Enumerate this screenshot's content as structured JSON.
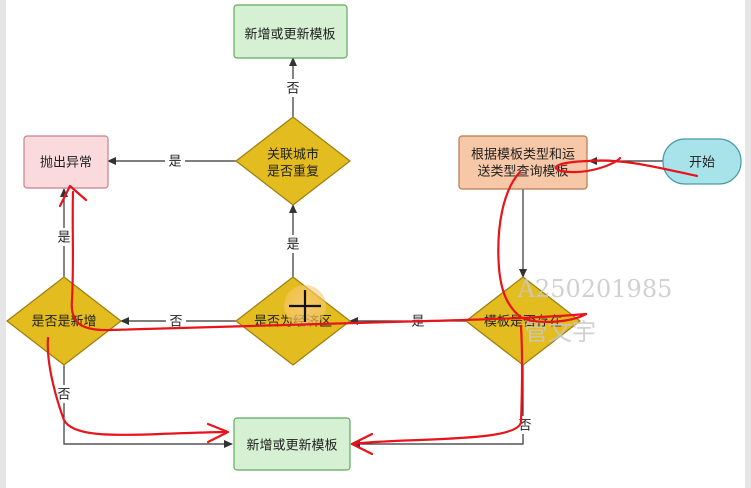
{
  "nodes": {
    "top_add": {
      "label": "新增或更新模板"
    },
    "throw": {
      "label": "抛出异常"
    },
    "city_dup": {
      "line1": "关联城市",
      "line2": "是否重复"
    },
    "query": {
      "line1": "根据模板类型和运",
      "line2": "送类型查询模板"
    },
    "start": {
      "label": "开始"
    },
    "is_new": {
      "label": "是否是新增"
    },
    "is_economic": {
      "label": "是否为经济区"
    },
    "exists": {
      "label": "模板是否存在"
    },
    "bottom_add": {
      "label": "新增或更新模板"
    }
  },
  "edge_labels": {
    "yes_city_throw": "是",
    "no_city_top": "否",
    "yes_econ_city": "是",
    "yes_new_throw": "是",
    "no_econ_new": "否",
    "yes_exists_econ": "是",
    "no_new_bottom": "否",
    "no_exists_bottom": "否"
  },
  "watermark": {
    "line1": "A250201985",
    "line2": "管文宇"
  },
  "colors": {
    "green_fill": "#d5f0d2",
    "green_stroke": "#62a85e",
    "pink_fill": "#fadadd",
    "pink_stroke": "#c9808a",
    "orange_fill": "#f7c8a7",
    "orange_stroke": "#b47a50",
    "blue_fill": "#a8e3ea",
    "blue_stroke": "#4a9aa6",
    "diamond_fill": "#e3bc1f",
    "diamond_stroke": "#9c7c0c",
    "annotation_red": "#e8141b",
    "cursor_highlight": "#f6c56e"
  }
}
